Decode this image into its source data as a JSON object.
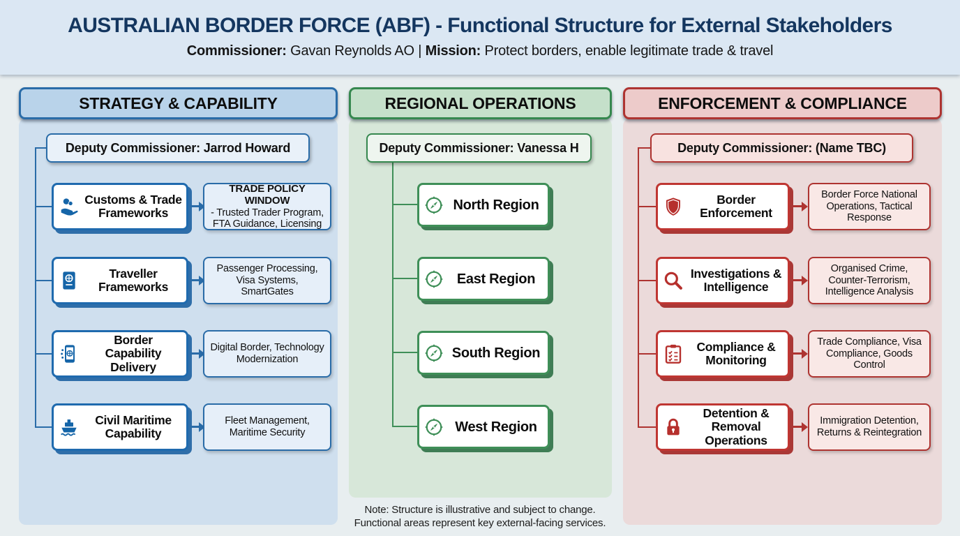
{
  "header": {
    "title": "AUSTRALIAN BORDER FORCE (ABF) - Functional Structure for External Stakeholders",
    "commissioner_label": "Commissioner:",
    "commissioner_value": " Gavan Reynolds AO ",
    "separator": "| ",
    "mission_label": "Mission:",
    "mission_value": " Protect borders, enable legitimate trade & travel"
  },
  "colors": {
    "strategy_accent": "#2a6ca8",
    "regional_accent": "#3f8f58",
    "enforcement_accent": "#ae3431",
    "title_navy": "#14365f"
  },
  "columns": [
    {
      "header": "STRATEGY & CAPABILITY",
      "deputy": "Deputy Commissioner: Jarrod Howard",
      "items": [
        {
          "icon": "hand-coins-icon",
          "label": "Customs & Trade Frameworks",
          "detail_title": "TRADE POLICY WINDOW",
          "detail": "- Trusted Trader Program, FTA Guidance, Licensing"
        },
        {
          "icon": "passport-icon",
          "label": "Traveller Frameworks",
          "detail": "Passenger Processing, Visa Systems, SmartGates"
        },
        {
          "icon": "smartphone-icon",
          "label": "Border Capability Delivery",
          "detail": "Digital Border, Technology Modernization"
        },
        {
          "icon": "ship-icon",
          "label": "Civil Maritime Capability",
          "detail": "Fleet Management, Maritime Security"
        }
      ]
    },
    {
      "header": "REGIONAL OPERATIONS",
      "deputy": "Deputy Commissioner: Vanessa H",
      "items": [
        {
          "icon": "compass-icon",
          "label": "North Region"
        },
        {
          "icon": "compass-icon",
          "label": "East Region"
        },
        {
          "icon": "compass-icon",
          "label": "South Region"
        },
        {
          "icon": "compass-icon",
          "label": "West Region"
        }
      ]
    },
    {
      "header": "ENFORCEMENT & COMPLIANCE",
      "deputy": "Deputy Commissioner: (Name TBC)",
      "items": [
        {
          "icon": "shield-icon",
          "label": "Border Enforcement",
          "detail": "Border Force National Operations, Tactical Response"
        },
        {
          "icon": "magnifier-icon",
          "label": "Investigations & Intelligence",
          "detail": "Organised Crime, Counter-Terrorism, Intelligence Analysis"
        },
        {
          "icon": "checklist-icon",
          "label": "Compliance & Monitoring",
          "detail": "Trade Compliance, Visa Compliance, Goods Control"
        },
        {
          "icon": "lock-icon",
          "label": "Detention & Removal Operations",
          "detail": "Immigration Detention, Returns & Reintegration"
        }
      ]
    }
  ],
  "note": {
    "line1": "Note: Structure is illustrative and subject to change.",
    "line2": "Functional areas represent key external-facing services."
  }
}
